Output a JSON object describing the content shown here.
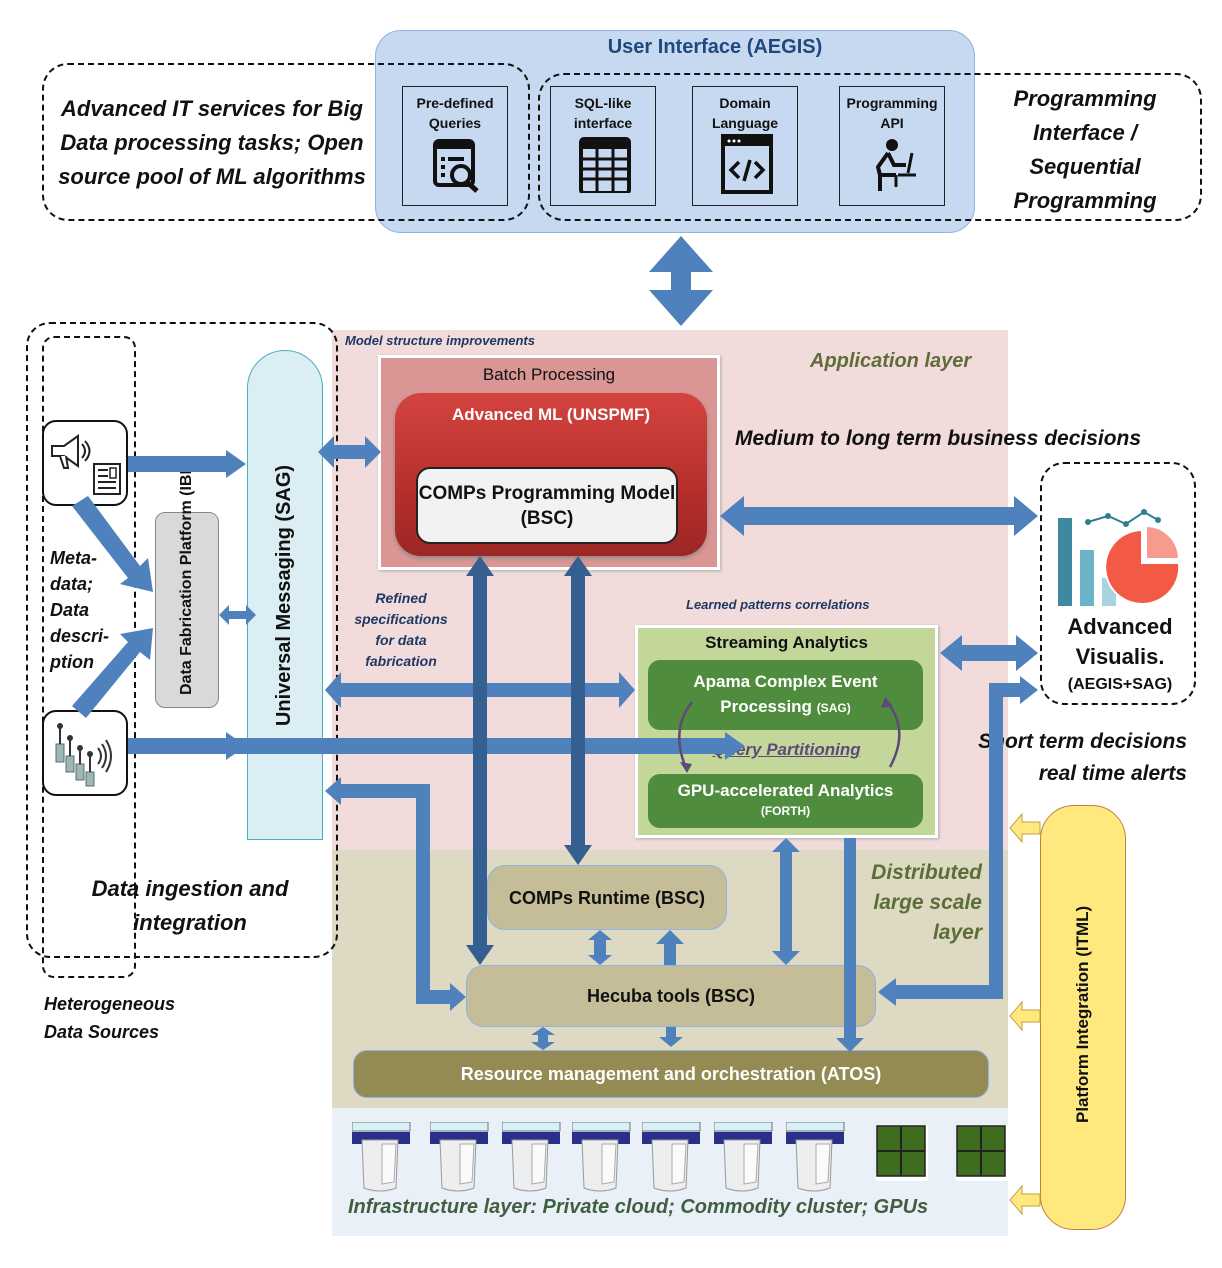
{
  "top": {
    "left_note": "Advanced IT services for Big Data processing tasks; Open source pool of ML algorithms",
    "right_note": "Programming Interface / Sequential Programming",
    "ui_title": "User Interface (AEGIS)",
    "ui_cards": [
      {
        "label": "Pre-defined Queries",
        "icon": "query-search-icon"
      },
      {
        "label": "SQL-like interface",
        "icon": "table-icon"
      },
      {
        "label": "Domain Language",
        "icon": "code-window-icon"
      },
      {
        "label": "Programming API",
        "icon": "programmer-icon"
      }
    ]
  },
  "ingestion": {
    "universal_messaging": "Universal Messaging (SAG)",
    "data_fabrication": "Data Fabrication Platform (IBM)",
    "metadata_note": "Meta-data; Data descri-ption",
    "ingestion_label": "Data ingestion and integration",
    "sources_label": "Heterogeneous Data Sources",
    "source_icons": [
      "media-news-icon",
      "sensors-icon"
    ]
  },
  "application": {
    "layer_label": "Application layer",
    "model_note": "Model structure improvements",
    "batch_title": "Batch Processing",
    "ml_title": "Advanced ML (UNSPMF)",
    "comps_pm": "COMPs Programming Model (BSC)",
    "refined_note": "Refined specifications for data fabrication",
    "learned_note": "Learned patterns correlations",
    "medium_note": "Medium to long term business decisions",
    "short_note": "Short term decisions real time alerts",
    "streaming_title": "Streaming Analytics",
    "apama": "Apama Complex Event Processing",
    "apama_org": "(SAG)",
    "query_partitioning": "Query Partitioning",
    "gpu": "GPU-accelerated Analytics",
    "gpu_org": "(FORTH)"
  },
  "visualization": {
    "title_line1": "Advanced",
    "title_line2": "Visualis.",
    "org": "(AEGIS+SAG)"
  },
  "distributed": {
    "layer_label": "Distributed large scale layer",
    "comps_runtime": "COMPs Runtime (BSC)",
    "hecuba": "Hecuba tools (BSC)",
    "resource": "Resource management and orchestration (ATOS)"
  },
  "infrastructure": {
    "label": "Infrastructure layer: Private cloud; Commodity cluster; GPUs",
    "servers": 7,
    "gpus": 2
  },
  "platform_integration": "Platform Integration (ITML)",
  "colors": {
    "arrow": "#4f81bd",
    "arrow_dark": "#355f91",
    "app_layer": "#f2dcdb",
    "dist_layer": "#ddd9c3",
    "infra_layer": "#eaf0f8",
    "ui_panel": "#c6d9f1",
    "itml": "#ffe97f"
  }
}
